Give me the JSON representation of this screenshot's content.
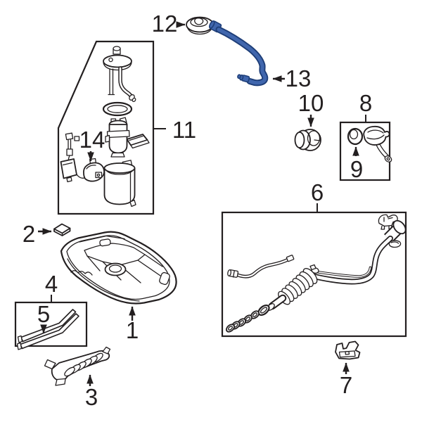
{
  "colors": {
    "background": "#ffffff",
    "line": "#231f20",
    "highlight_fill": "#4066ad",
    "highlight_stroke": "#1e3e78"
  },
  "callouts": {
    "c1": {
      "label": "1"
    },
    "c2": {
      "label": "2"
    },
    "c3": {
      "label": "3"
    },
    "c4": {
      "label": "4"
    },
    "c5": {
      "label": "5"
    },
    "c6": {
      "label": "6"
    },
    "c7": {
      "label": "7"
    },
    "c8": {
      "label": "8"
    },
    "c9": {
      "label": "9"
    },
    "c10": {
      "label": "10"
    },
    "c11": {
      "label": "11"
    },
    "c12": {
      "label": "12"
    },
    "c13": {
      "label": "13"
    },
    "c14": {
      "label": "14"
    }
  }
}
